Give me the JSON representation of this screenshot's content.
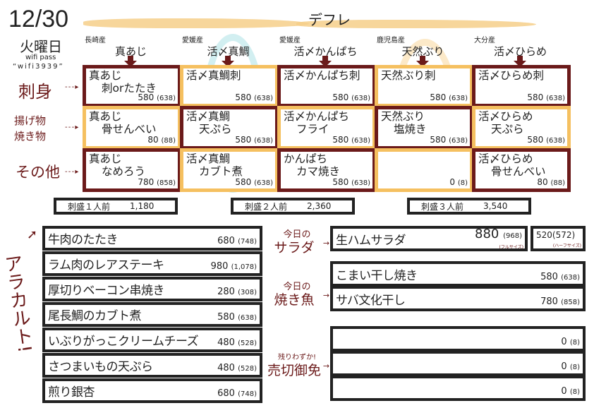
{
  "header": {
    "date": "12/30",
    "weekday": "火曜日",
    "wifi_label": "wifi pass",
    "wifi_pass": "“wifi3939”",
    "title": "デフレ"
  },
  "colors": {
    "maroon": "#6b1a1a",
    "orange": "#f5c060",
    "teal": "#2bb58c",
    "gray": "#666666"
  },
  "categories": [
    "刺身",
    "揚げ物\n焼き物",
    "その他"
  ],
  "fish": [
    {
      "origin": "長崎産",
      "name": "真あじ"
    },
    {
      "origin": "愛媛産",
      "name": "活〆真鯛"
    },
    {
      "origin": "愛媛産",
      "name": "活〆かんぱち"
    },
    {
      "origin": "鹿児島産",
      "name": "天然ぶり"
    },
    {
      "origin": "大分産",
      "name": "活〆ひらめ"
    }
  ],
  "grid": [
    [
      {
        "l1": "真あじ",
        "l2": "刺orたたき",
        "price": "580",
        "tax": "(638)"
      },
      {
        "l1": "活〆真鯛刺",
        "l2": "",
        "price": "580",
        "tax": "(638)"
      },
      {
        "l1": "活〆かんぱち刺",
        "l2": "",
        "price": "580",
        "tax": "(638)"
      },
      {
        "l1": "天然ぶり刺",
        "l2": "",
        "price": "580",
        "tax": "(638)"
      },
      {
        "l1": "活〆ひらめ刺",
        "l2": "",
        "price": "580",
        "tax": "(638)"
      }
    ],
    [
      {
        "l1": "真あじ",
        "l2": "骨せんべい",
        "price": "80",
        "tax": "(88)"
      },
      {
        "l1": "活〆真鯛",
        "l2": "天ぷら",
        "price": "580",
        "tax": "(638)"
      },
      {
        "l1": "活〆かんぱち",
        "l2": "フライ",
        "price": "580",
        "tax": "(638)"
      },
      {
        "l1": "天然ぶり",
        "l2": "塩焼き",
        "price": "580",
        "tax": "(638)"
      },
      {
        "l1": "活〆ひらめ",
        "l2": "天ぷら",
        "price": "580",
        "tax": "(638)"
      }
    ],
    [
      {
        "l1": "真あじ",
        "l2": "なめろう",
        "price": "780",
        "tax": "(858)"
      },
      {
        "l1": "活〆真鯛",
        "l2": "カブト煮",
        "price": "580",
        "tax": "(638)"
      },
      {
        "l1": "かんぱち",
        "l2": "カマ焼き",
        "price": "580",
        "tax": "(638)"
      },
      {
        "l1": "",
        "l2": "",
        "price": "0",
        "tax": "(8)"
      },
      {
        "l1": "活〆ひらめ",
        "l2": "骨せんべい",
        "price": "80",
        "tax": "(88)"
      }
    ]
  ],
  "moriawase": [
    {
      "label": "刺盛１人前",
      "price": "1,180"
    },
    {
      "label": "刺盛２人前",
      "price": "2,360"
    },
    {
      "label": "刺盛３人前",
      "price": "3,540"
    }
  ],
  "alacarte_label": "アラカルト!",
  "alacarte": [
    {
      "name": "牛肉のたたき",
      "price": "680",
      "tax": "(748)"
    },
    {
      "name": "ラム肉のレアステーキ",
      "price": "980",
      "tax": "(1,078)"
    },
    {
      "name": "厚切りベーコン串焼き",
      "price": "280",
      "tax": "(308)"
    },
    {
      "name": "尾長鯛のカブト煮",
      "price": "580",
      "tax": "(638)"
    },
    {
      "name": "いぶりがっこクリームチーズ",
      "price": "480",
      "tax": "(528)"
    },
    {
      "name": "さつまいもの天ぷら",
      "price": "480",
      "tax": "(528)"
    },
    {
      "name": "煎り銀杏",
      "price": "680",
      "tax": "(748)"
    }
  ],
  "salad": {
    "label_small": "今日の",
    "label_big": "サラダ",
    "name": "生ハムサラダ",
    "price": "880",
    "tax": "(968)",
    "size": "(フルサイズ)",
    "half_price": "520",
    "half_tax": "(572)",
    "half_size": "(ハーフサイズ)"
  },
  "grilled": {
    "label_small": "今日の",
    "label_big": "焼き魚",
    "items": [
      {
        "name": "こまい干し焼き",
        "price": "580",
        "tax": "(638)"
      },
      {
        "name": "サバ文化干し",
        "price": "780",
        "tax": "(858)"
      }
    ]
  },
  "soldout": {
    "label_small": "残りわずか!",
    "label_big": "売切御免",
    "items": [
      {
        "name": "",
        "price": "0",
        "tax": "(8)"
      },
      {
        "name": "",
        "price": "0",
        "tax": "(8)"
      },
      {
        "name": "",
        "price": "0",
        "tax": "(8)"
      }
    ]
  }
}
